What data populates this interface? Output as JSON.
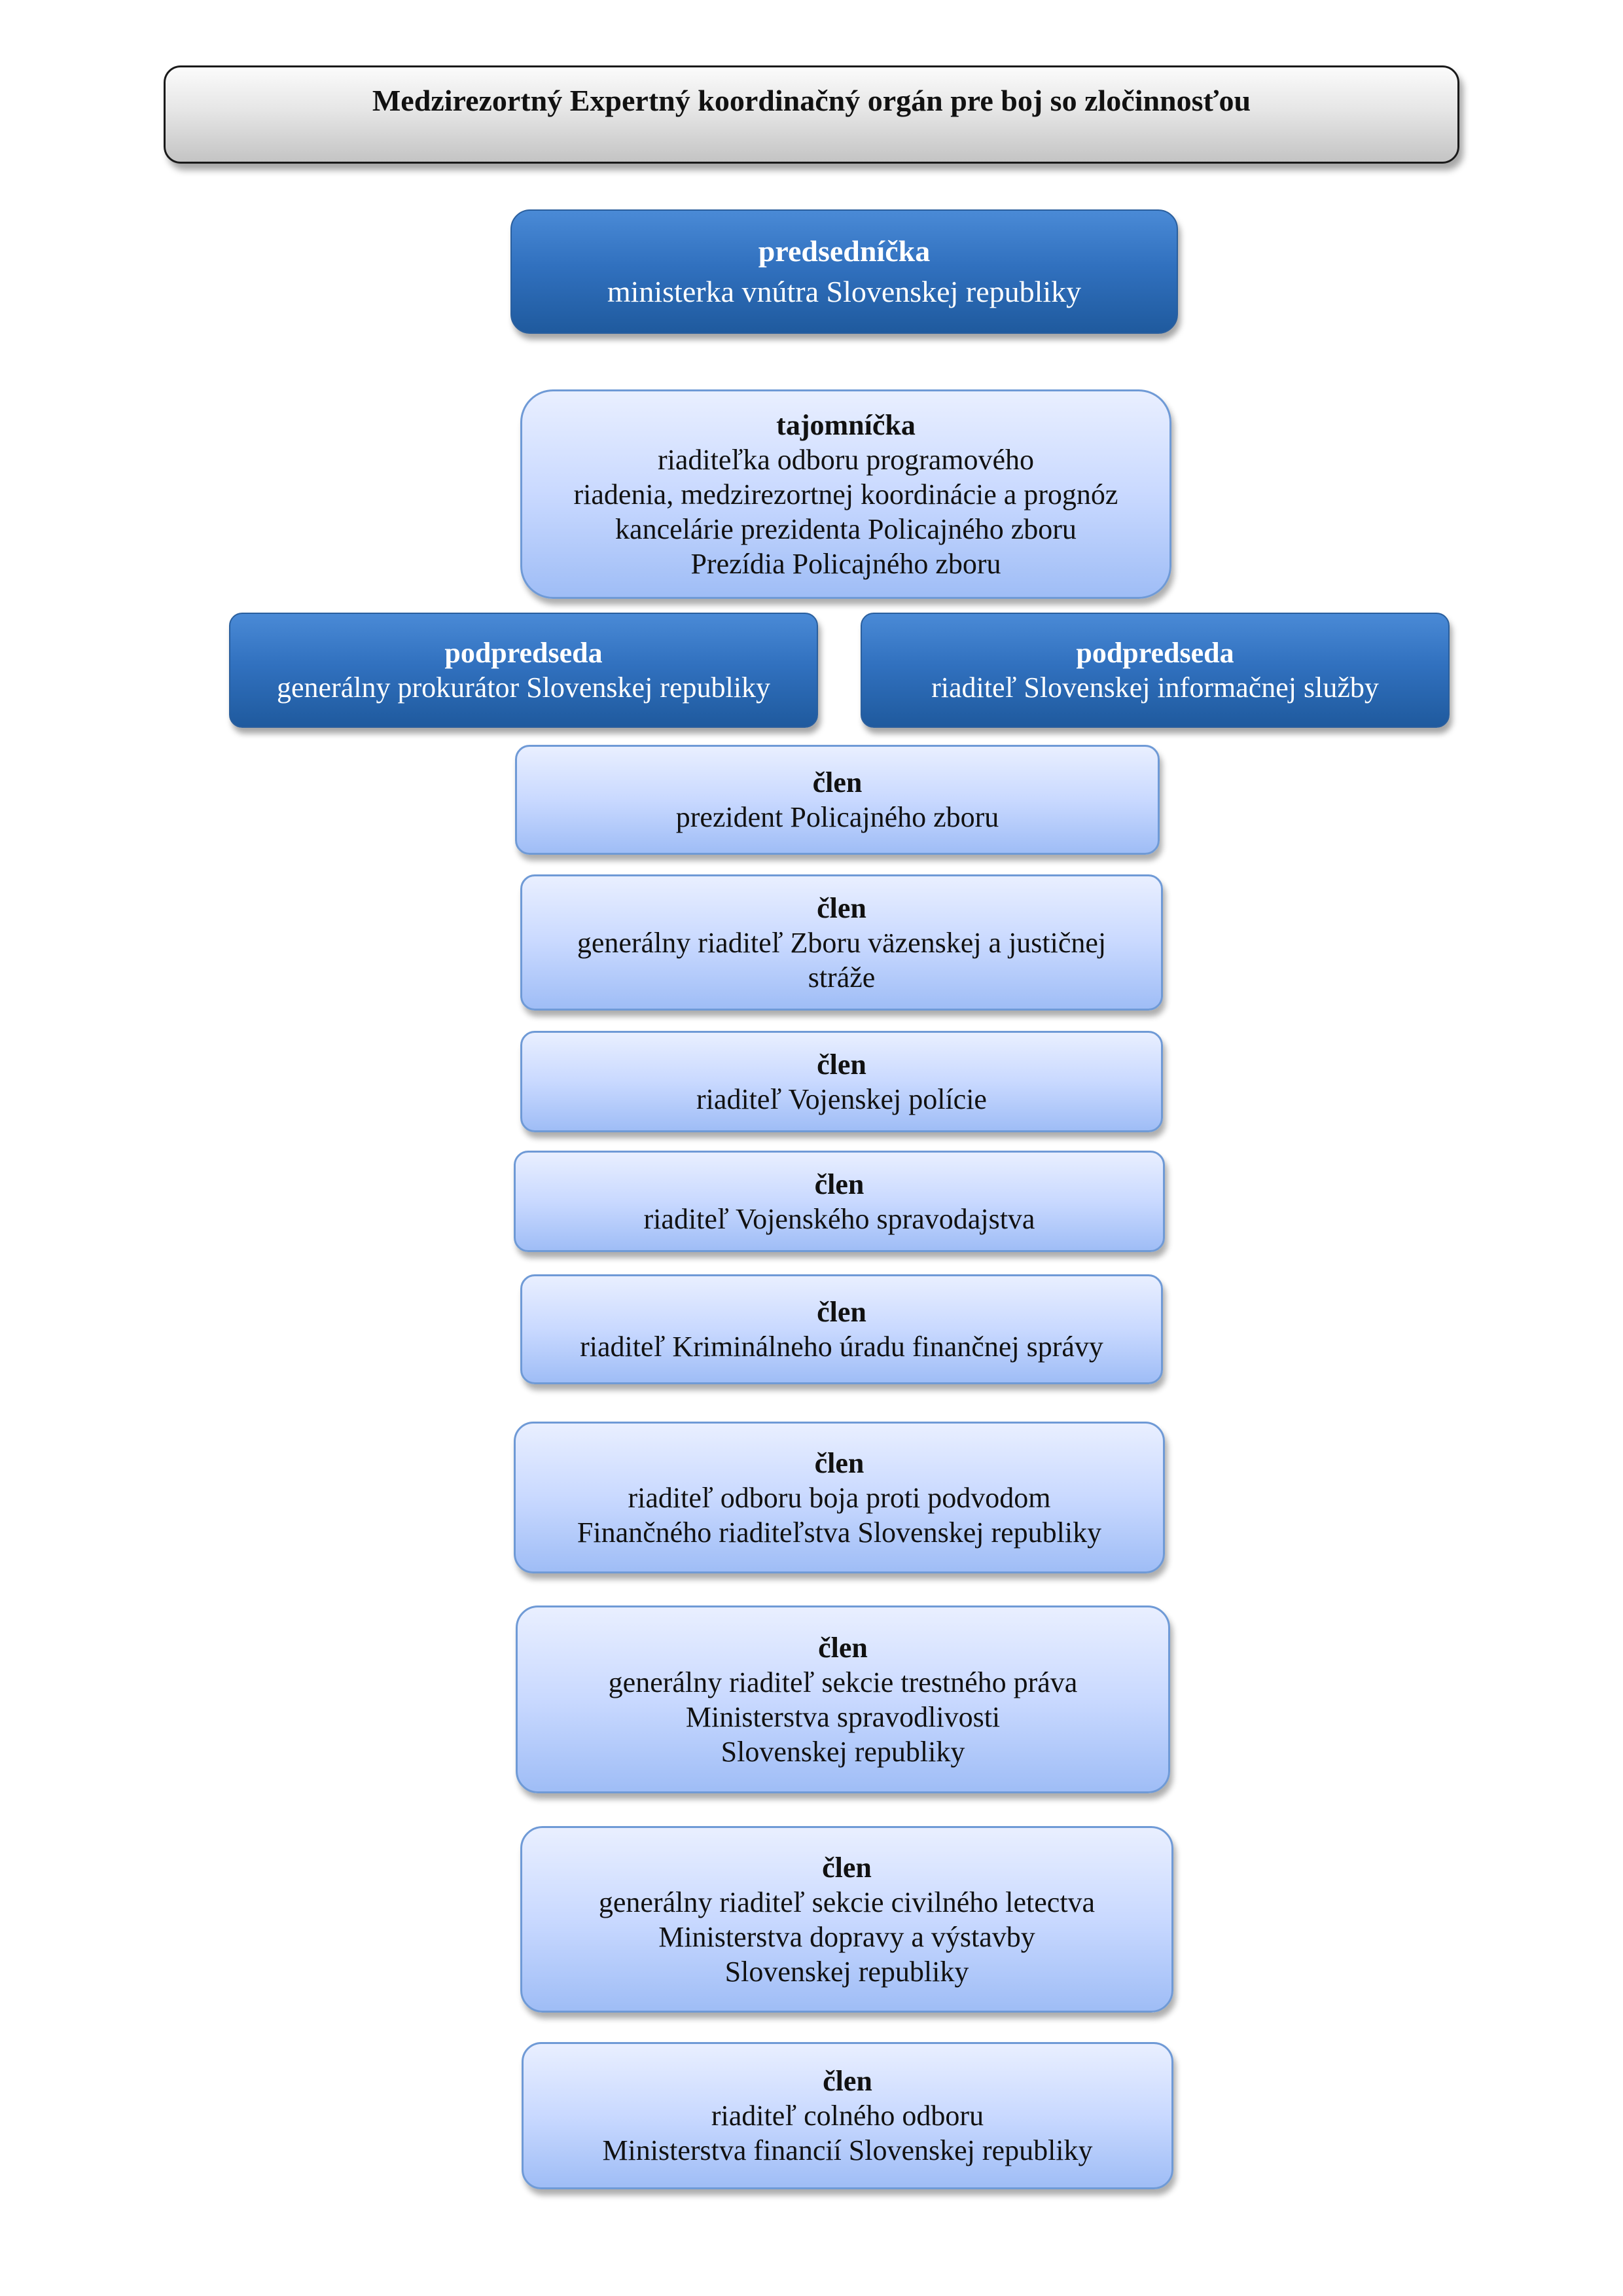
{
  "title": "Medzirezortný Expertný koordinačný orgán pre boj so zločinnosťou",
  "chair": {
    "role": "predsedníčka",
    "lines": [
      "ministerka vnútra Slovenskej republiky"
    ]
  },
  "secretary": {
    "role": "tajomníčka",
    "lines": [
      "riaditeľka odboru programového",
      "riadenia, medzirezortnej koordinácie a prognóz",
      "kancelárie prezidenta Policajného zboru",
      "Prezídia Policajného zboru"
    ]
  },
  "vice_chairs": [
    {
      "role": "podpredseda",
      "lines": [
        "generálny prokurátor Slovenskej republiky"
      ]
    },
    {
      "role": "podpredseda",
      "lines": [
        "riaditeľ Slovenskej informačnej služby"
      ]
    }
  ],
  "members": [
    {
      "role": "člen",
      "lines": [
        "prezident Policajného zboru"
      ]
    },
    {
      "role": "člen",
      "lines": [
        "generálny riaditeľ Zboru väzenskej a justičnej",
        "stráže"
      ]
    },
    {
      "role": "člen",
      "lines": [
        "riaditeľ Vojenskej polície"
      ]
    },
    {
      "role": "člen",
      "lines": [
        "riaditeľ Vojenského spravodajstva"
      ]
    },
    {
      "role": "člen",
      "lines": [
        "riaditeľ Kriminálneho úradu finančnej správy"
      ]
    },
    {
      "role": "člen",
      "lines": [
        "riaditeľ odboru boja proti podvodom",
        "Finančného riaditeľstva Slovenskej republiky"
      ]
    },
    {
      "role": "člen",
      "lines": [
        "generálny riaditeľ sekcie trestného práva",
        "Ministerstva spravodlivosti",
        "Slovenskej republiky"
      ]
    },
    {
      "role": "člen",
      "lines": [
        "generálny riaditeľ sekcie civilného letectva",
        "Ministerstva dopravy a výstavby",
        "Slovenskej republiky"
      ]
    },
    {
      "role": "člen",
      "lines": [
        "riaditeľ colného odboru",
        "Ministerstva financií Slovenskej republiky"
      ]
    }
  ]
}
